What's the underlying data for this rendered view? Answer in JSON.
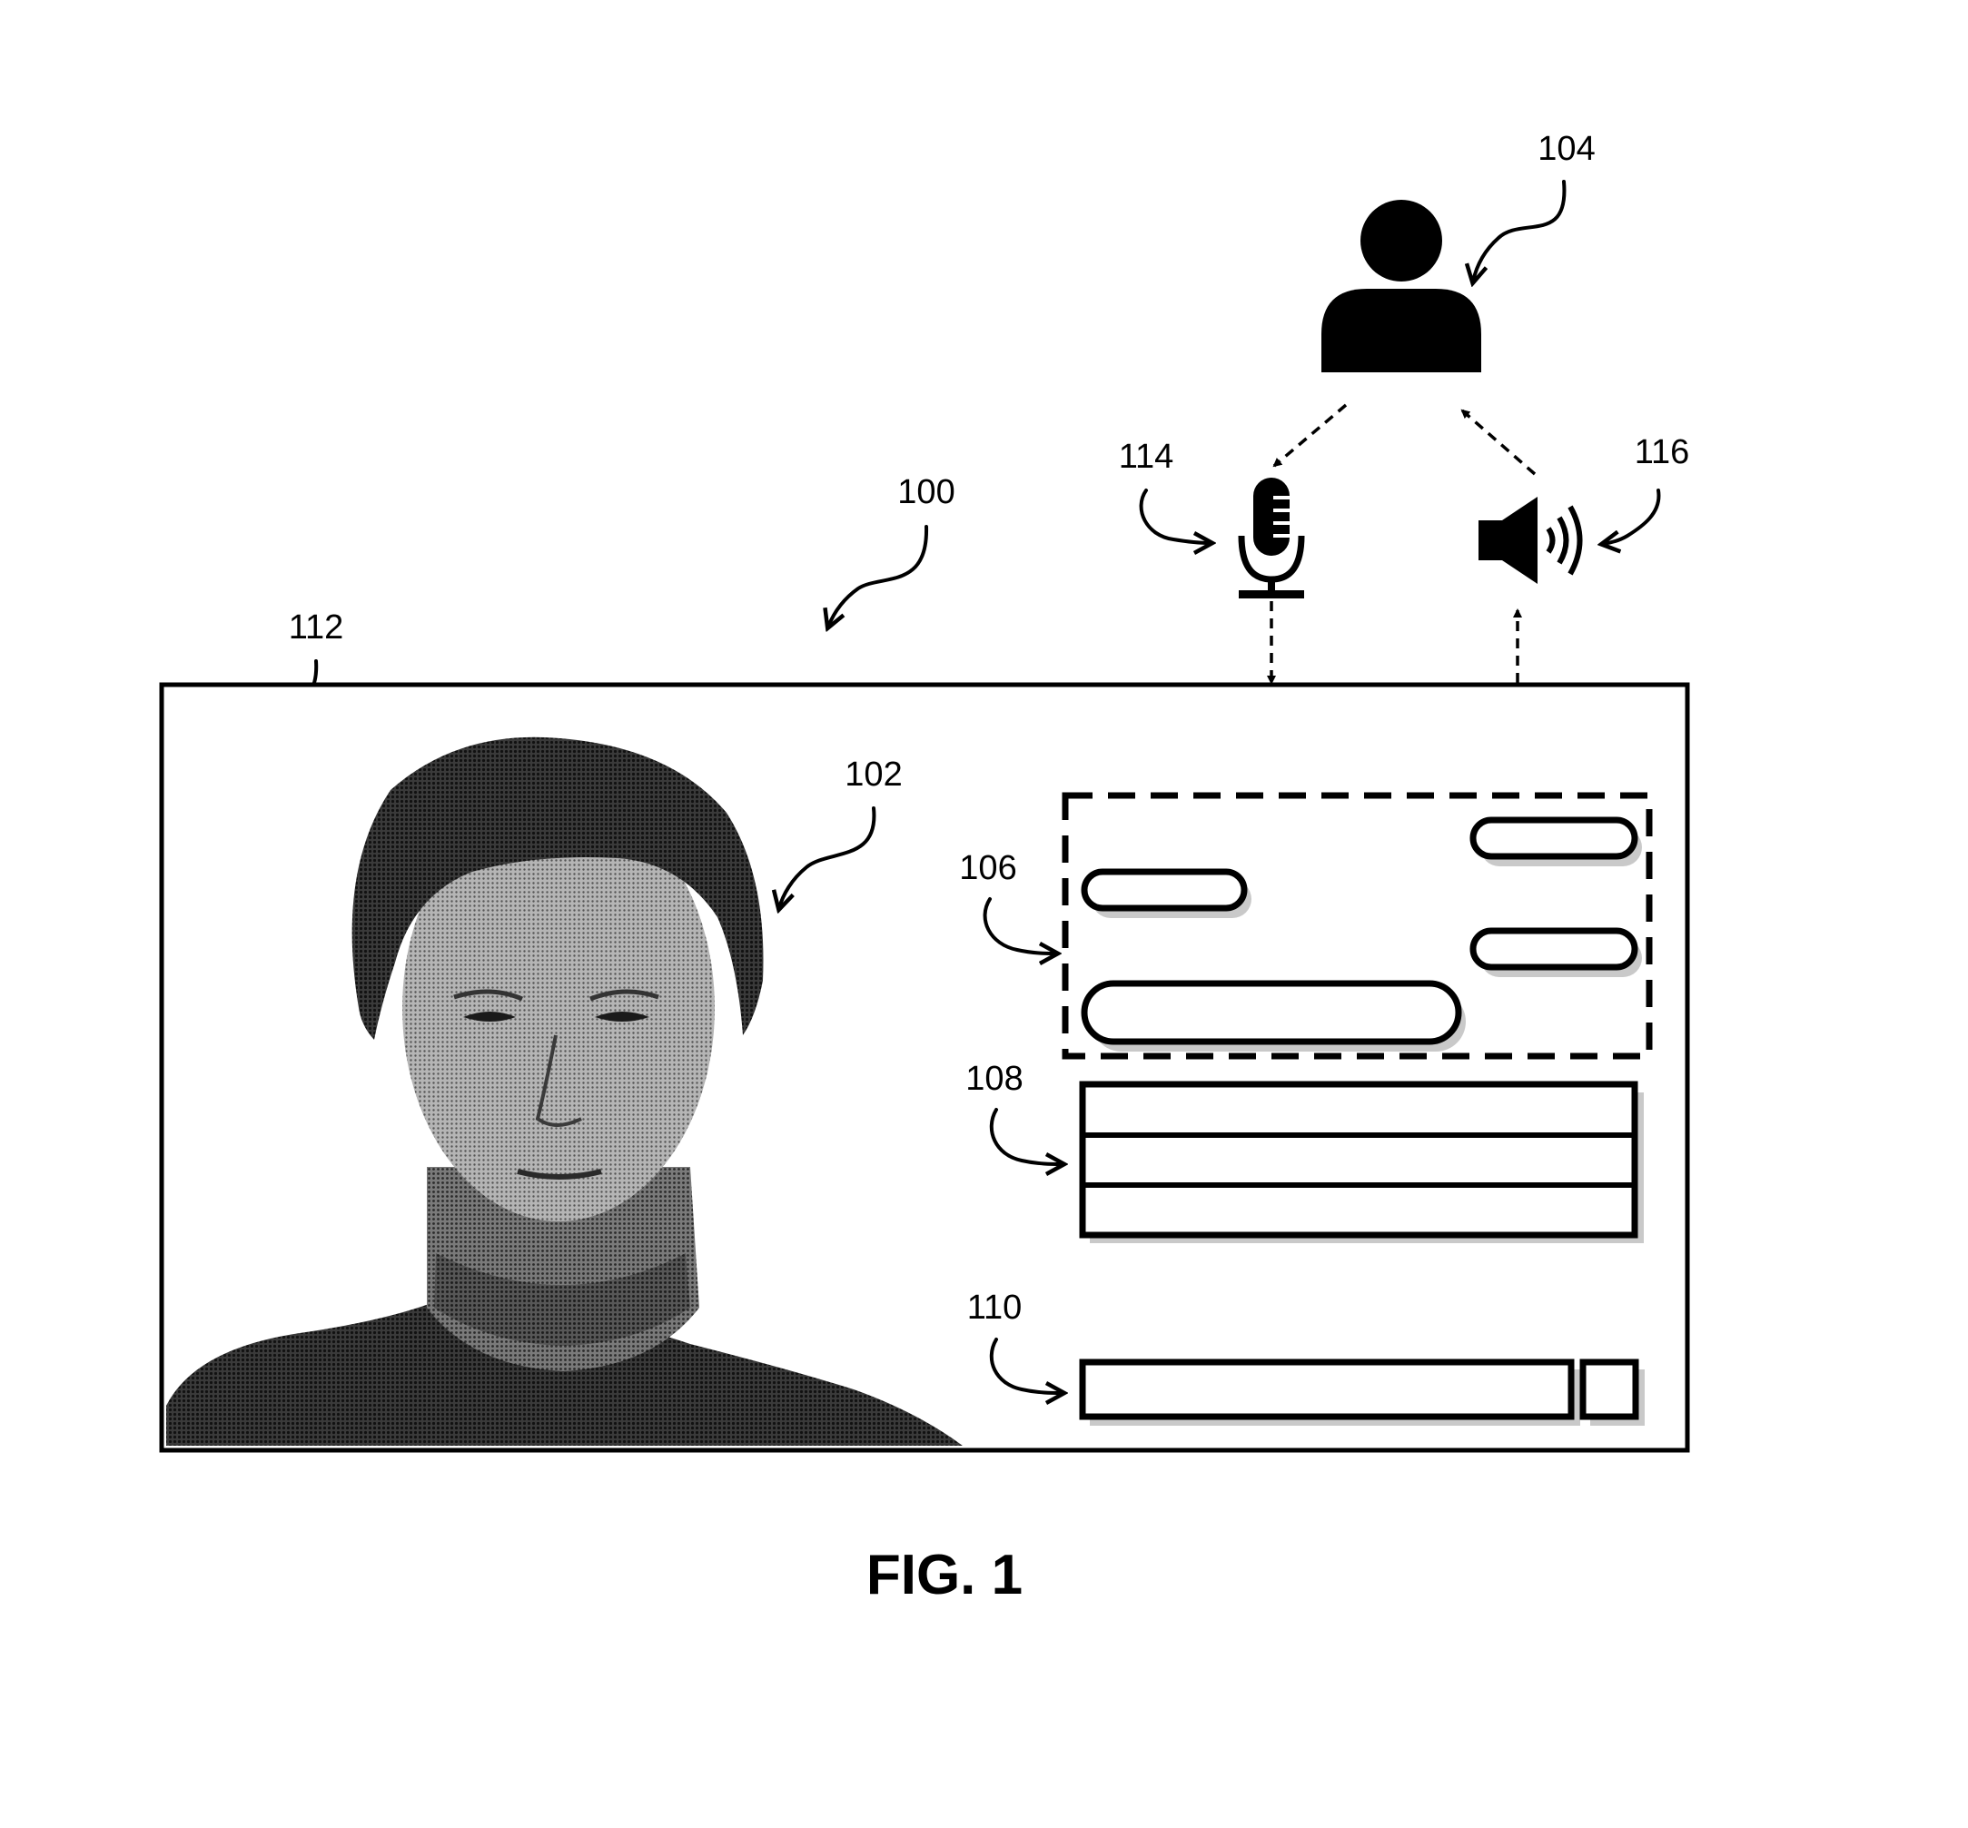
{
  "labels": {
    "system": "100",
    "avatar": "102",
    "user": "104",
    "dialog": "106",
    "options": "108",
    "input": "110",
    "display": "112",
    "microphone": "114",
    "speaker": "116"
  },
  "caption": "FIG. 1",
  "icons": {
    "user": "person-icon",
    "microphone": "microphone-icon",
    "speaker": "speaker-icon"
  }
}
